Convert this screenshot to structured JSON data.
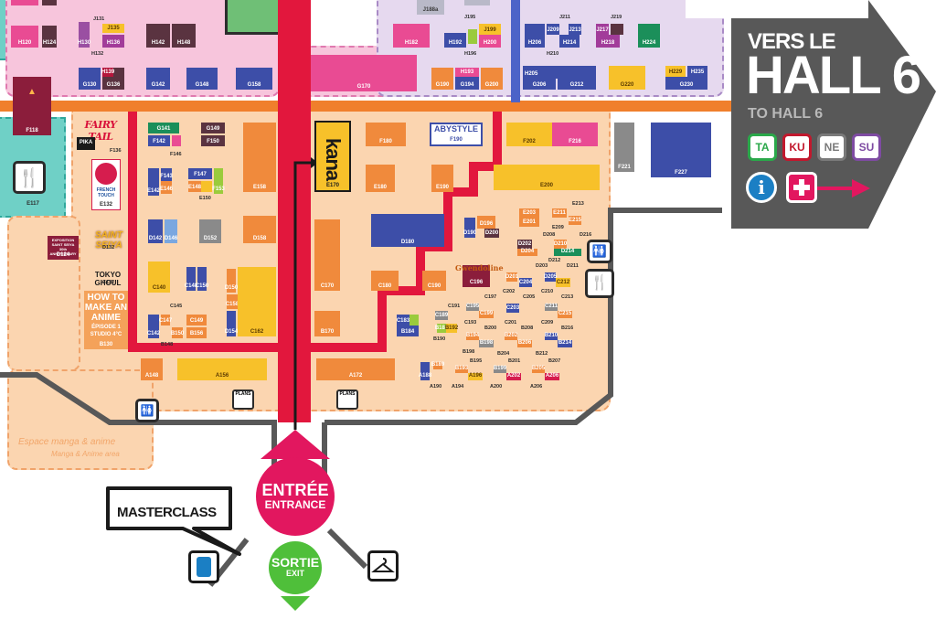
{
  "hall6": {
    "title_line1": "VERS LE",
    "title_line2": "HALL 6",
    "subtitle": "TO HALL 6",
    "badges": [
      "TA",
      "KU",
      "NE",
      "SU"
    ],
    "badge_colors": [
      "#2aa84a",
      "#c2182d",
      "#7a7a7a",
      "#7e4ba2"
    ],
    "info_icon": "info-icon",
    "first_aid_icon": "first-aid-cross-icon"
  },
  "entrance": {
    "label": "ENTRÉE",
    "sub": "ENTRANCE"
  },
  "exit": {
    "label": "SORTIE",
    "sub": "EXIT"
  },
  "masterclass": {
    "label": "MASTERCLASS"
  },
  "zone": {
    "label": "Espace manga & anime",
    "sub": "Manga & Anime area"
  },
  "plans": [
    "PLANS",
    "PLANS"
  ],
  "logos": {
    "fairytail": "FAIRY TAIL",
    "pika": "PIKA",
    "kana": "kana",
    "abystyle": "ABYSTYLE",
    "tokyoghoul": "TOKYO GHOUL",
    "howto_lines": [
      "HOW TO",
      "MAKE AN",
      "ANIME"
    ],
    "howto_sub": "ÉPISODE 1",
    "howto_studio": "STUDIO 4°C",
    "frenchtouch": [
      "FRENCH",
      "TOUCH"
    ],
    "saintseiya": "SAINT SEIYA",
    "expo": [
      "EXPOSITION",
      "SAINT SEIYA",
      "30th ANNIVERSARY"
    ],
    "gwendoline": "Gwendoline"
  },
  "stands": {
    "H120": "H120",
    "H124": "H124",
    "H130": "H130",
    "H136": "H136",
    "J131": "J131",
    "J135": "J135",
    "H132": "H132",
    "H142": "H142",
    "H148": "H148",
    "G130": "G130",
    "G136": "G136",
    "H139": "H139",
    "G142": "G142",
    "G148": "G148",
    "G158": "G158",
    "G170": "G170",
    "J188a": "J188a",
    "J195": "J195",
    "J199": "J199",
    "H182": "H182",
    "H192": "H192",
    "H200": "H200",
    "H196": "H196",
    "G190": "G190",
    "G194": "G194",
    "G200": "G200",
    "H193": "H193",
    "J211": "J211",
    "J209": "J209",
    "J213": "J213",
    "J217": "J217",
    "J219": "J219",
    "H206": "H206",
    "H214": "H214",
    "H218": "H218",
    "H224": "H224",
    "H210": "H210",
    "H205": "H205",
    "G206": "G206",
    "G212": "G212",
    "G220": "G220",
    "H229": "H229",
    "H235": "H235",
    "G230": "G230",
    "F118": "F118",
    "E117": "E117",
    "G141": "G141",
    "G149": "G149",
    "F142": "F142",
    "F150": "F150",
    "F146": "F146",
    "F136": "F136",
    "E132": "E132",
    "E142": "E142",
    "F143": "F143",
    "E148": "E148",
    "F147": "F147",
    "E146": "E146",
    "F153": "F153",
    "E150": "E150",
    "E158": "E158",
    "D124": "D124",
    "D132": "D132",
    "D142": "D142",
    "D146": "D146",
    "D152": "D152",
    "D158": "D158",
    "C132": "C132",
    "C140": "C140",
    "C148": "C148",
    "C150": "C150",
    "D150": "D150",
    "D154": "D154",
    "C158": "C158",
    "C154": "C154",
    "C162": "C162",
    "C145": "C145",
    "C147": "C147",
    "C149": "C149",
    "B147": "B147",
    "B150": "B150",
    "B156": "B156",
    "C142": "C142",
    "B154": "B154",
    "B148": "B148",
    "B130": "B130",
    "A148": "A148",
    "A156": "A156",
    "A172": "A172",
    "E170": "E170",
    "F180": "F180",
    "E180": "E180",
    "E190": "E190",
    "F190": "F190",
    "F202": "F202",
    "F216": "F216",
    "F221": "F221",
    "F227": "F227",
    "E200": "E200",
    "D180": "D180",
    "D190": "D190",
    "D196": "D196",
    "D200": "D200",
    "C170": "C170",
    "C180": "C180",
    "C190": "C190",
    "C196": "C196",
    "B170": "B170",
    "E203": "E203",
    "E201": "E201",
    "E211": "E211",
    "E213": "E213",
    "E215": "E215",
    "E209": "E209",
    "D208": "D208",
    "D202": "D202",
    "D204": "D204",
    "D210": "D210",
    "D214": "D214",
    "D216": "D216",
    "D212": "D212",
    "D201": "D201",
    "D203": "D203",
    "D205": "D205",
    "D211": "D211",
    "C202": "C202",
    "C204": "C204",
    "C212": "C212",
    "C210": "C210",
    "C213": "C213",
    "C191": "C191",
    "C195": "C195",
    "C197": "C197",
    "C205": "C205",
    "C189": "C189",
    "C193": "C193",
    "C199": "C199",
    "C201": "C201",
    "C203": "C203",
    "C209": "C209",
    "C211": "C211",
    "C215": "C215",
    "B188": "B188",
    "B192": "B192",
    "B190": "B190",
    "B200": "B200",
    "B208": "B208",
    "B216": "B216",
    "C183": "C183",
    "B184": "B184",
    "B194": "B194",
    "B198": "B198",
    "B202": "B202",
    "B206": "B206",
    "B210": "B210",
    "B214": "B214",
    "B212": "B212",
    "B193": "B193",
    "A196": "A196",
    "A194": "A194",
    "B195": "B195",
    "B199": "B199",
    "B201": "B201",
    "B204": "B204",
    "B205": "B205",
    "B207": "B207",
    "A202": "A202",
    "A206": "A206",
    "A200": "A200",
    "A190": "A190",
    "A188": "A188",
    "B189": "B189"
  }
}
